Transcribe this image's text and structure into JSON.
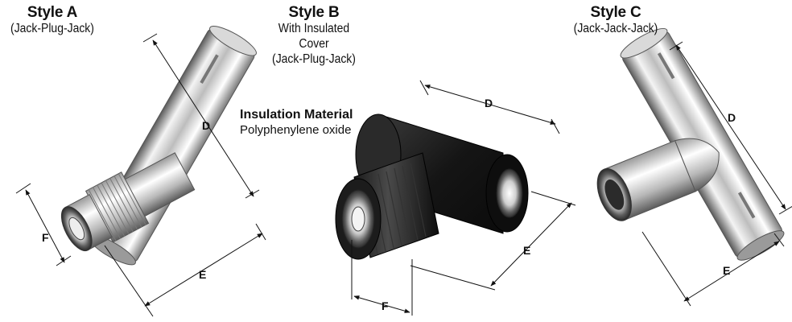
{
  "style_a": {
    "title": "Style A",
    "subtitle": "(Jack-Plug-Jack)",
    "dim_d": "D",
    "dim_e": "E",
    "dim_f": "F"
  },
  "style_b": {
    "title": "Style B",
    "subtitle_lines": [
      "With Insulated",
      "Cover",
      "(Jack-Plug-Jack)"
    ],
    "insulation_title": "Insulation Material",
    "insulation_value": "Polyphenylene oxide",
    "dim_d": "D",
    "dim_e": "E",
    "dim_f": "F"
  },
  "style_c": {
    "title": "Style C",
    "subtitle": "(Jack-Jack-Jack)",
    "dim_d": "D",
    "dim_e": "E"
  },
  "colors": {
    "metal_light": "#f2f2f2",
    "metal_dark": "#6e6e6e",
    "cover_black": "#1c1c1c",
    "line": "#111111"
  }
}
